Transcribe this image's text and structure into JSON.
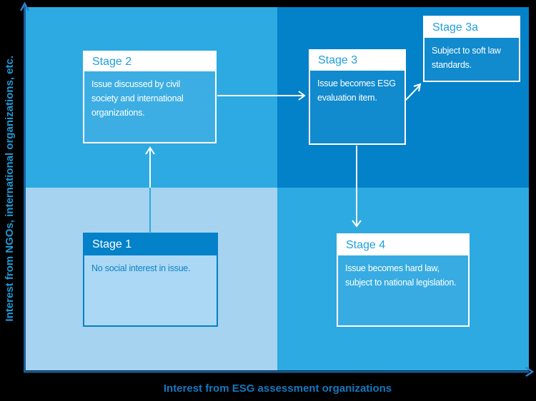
{
  "axes": {
    "y_label": "Interest from NGOs, international organizations, etc.",
    "x_label": "Interest from ESG assessment organizations"
  },
  "stages": [
    {
      "id": "stage1",
      "title": "Stage 1",
      "body": "No social interest in issue.",
      "quadrant": "bottom-left"
    },
    {
      "id": "stage2",
      "title": "Stage 2",
      "body": "Issue discussed by civil society and international organizations.",
      "quadrant": "top-left"
    },
    {
      "id": "stage3",
      "title": "Stage 3",
      "body": "Issue becomes ESG evaluation item.",
      "quadrant": "top-right"
    },
    {
      "id": "stage3a",
      "title": "Stage 3a",
      "body": "Subject to soft law standards.",
      "quadrant": "top-right"
    },
    {
      "id": "stage4",
      "title": "Stage 4",
      "body": "Issue becomes hard law, subject to national legislation.",
      "quadrant": "bottom-right"
    }
  ],
  "connections": [
    {
      "from": "stage1",
      "to": "stage2"
    },
    {
      "from": "stage2",
      "to": "stage3"
    },
    {
      "from": "stage3",
      "to": "stage3a"
    },
    {
      "from": "stage3",
      "to": "stage4"
    }
  ],
  "colors": {
    "background": "#000000",
    "quadrant_top_left": "#2DAAE1",
    "quadrant_top_right": "#0381C9",
    "quadrant_bottom_left": "#A6D3F0",
    "quadrant_bottom_right": "#2DAAE1",
    "axis_line": "#1A5C99",
    "axis_arrowhead": "#2E7EC8",
    "stage_header_text": "#1E9FDB",
    "stage1_header_bg": "#0381C9",
    "stage1_body_bg": "#ABD8F4",
    "stage1_body_text": "#0F82C5",
    "stage2_body_bg": "#3CAEE3",
    "stage3_body_bg": "#118ACE",
    "stage4_body_bg": "#38ACE2",
    "connector": "#FFFFFF",
    "y_label_text": "#1C9AD7",
    "x_label_text": "#1478C0"
  }
}
